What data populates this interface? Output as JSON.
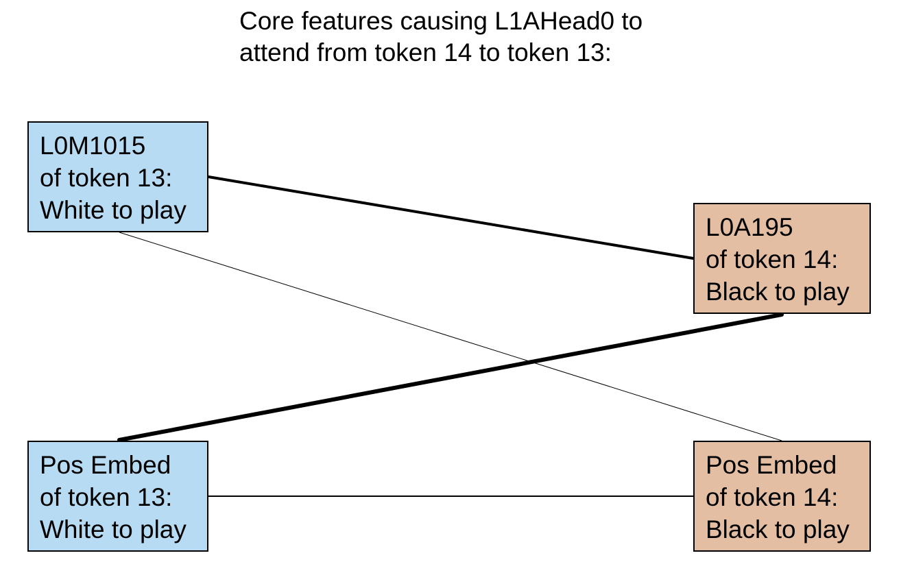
{
  "title": {
    "line1": "Core features causing L1AHead0 to",
    "line2": "attend from token 14 to token 13:"
  },
  "colors": {
    "white_side": "#b7dbf3",
    "black_side": "#e4bea3",
    "edge": "#000000"
  },
  "nodes": {
    "l0m1015": {
      "line1": "L0M1015",
      "line2": "of token 13:",
      "line3": "White to play"
    },
    "l0a195": {
      "line1": "L0A195",
      "line2": "of token 14:",
      "line3": "Black to play"
    },
    "pos13": {
      "line1": "Pos Embed",
      "line2": "of token 13:",
      "line3": "White to play"
    },
    "pos14": {
      "line1": "Pos Embed",
      "line2": "of token 14:",
      "line3": "Black to play"
    }
  },
  "edges": [
    {
      "from": "l0m1015",
      "to": "l0a195",
      "weight": "strong"
    },
    {
      "from": "l0m1015",
      "to": "pos14",
      "weight": "weak"
    },
    {
      "from": "pos13",
      "to": "l0a195",
      "weight": "strongest"
    },
    {
      "from": "pos13",
      "to": "pos14",
      "weight": "medium"
    }
  ]
}
